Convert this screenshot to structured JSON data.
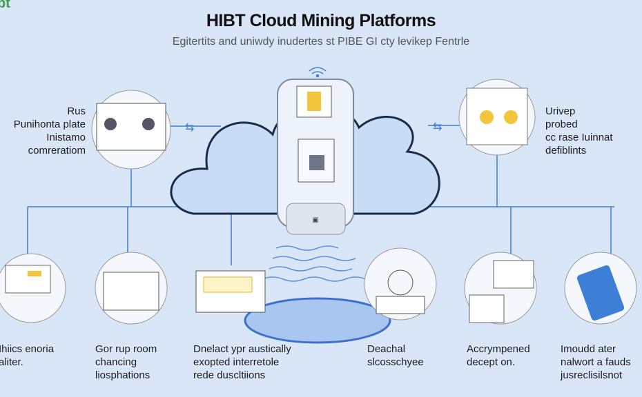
{
  "logo": {
    "text": "bt"
  },
  "header": {
    "title": "HIBT Cloud Mining Platforms",
    "subtitle": "Egitertits and uniwdy inudertes st PIBE GI cty levikep Fentrle"
  },
  "side_labels": {
    "left": [
      "Rus",
      "Punihonta plate",
      "Inistamo",
      "comreratiom"
    ],
    "right": [
      "Urivep",
      "probed",
      "cc rase Iuinnat",
      "defiblints"
    ]
  },
  "bottom_labels": [
    {
      "lines": [
        "Ihiics enoria",
        "aliter."
      ]
    },
    {
      "lines": [
        "Gor rup room",
        "chancing",
        "liosphations"
      ]
    },
    {
      "lines": [
        "Dnelact ypr austically",
        "exopted interretole",
        "rede duscltiions"
      ]
    },
    {
      "lines": [
        "Deachal",
        "slcosschyee"
      ]
    },
    {
      "lines": [
        "Accrympened",
        "decept on."
      ]
    },
    {
      "lines": [
        "Imoudd ater",
        "nalwort a fauds",
        "jusreclisilsnot"
      ]
    }
  ],
  "colors": {
    "background": "#d9e6f8",
    "line": "#3d7fd6",
    "accent": "#f2c53d",
    "cloud": "#c8dcf5"
  }
}
